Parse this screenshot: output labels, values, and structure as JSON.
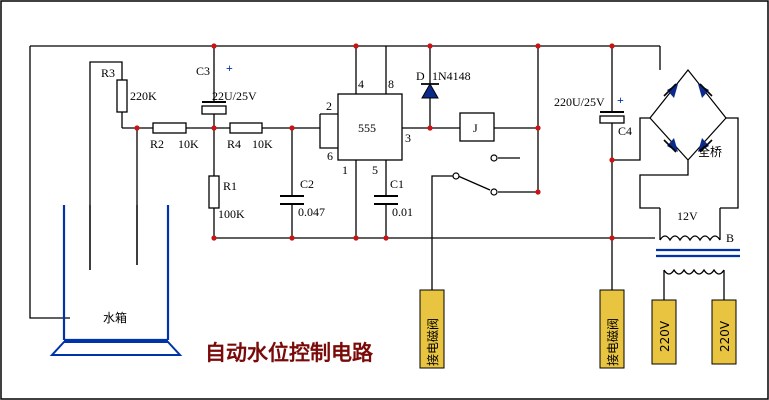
{
  "title": "自动水位控制电路",
  "tank_label": "水箱",
  "ic": {
    "name": "555",
    "pins": [
      "2",
      "4",
      "8",
      "6",
      "3",
      "1",
      "5"
    ]
  },
  "components": {
    "R3": {
      "ref": "R3",
      "value": "220K"
    },
    "R2": {
      "ref": "R2",
      "value": "10K"
    },
    "R4": {
      "ref": "R4",
      "value": "10K"
    },
    "R1": {
      "ref": "R1",
      "value": "100K"
    },
    "C3": {
      "ref": "C3",
      "value": "22U/25V"
    },
    "C2": {
      "ref": "C2",
      "value": "0.047"
    },
    "C1": {
      "ref": "C1",
      "value": "0.01"
    },
    "C4": {
      "ref": "C4",
      "value": "220U/25V"
    },
    "D": {
      "ref": "D",
      "value": "1N4148"
    },
    "relay": {
      "ref": "J"
    },
    "bridge": {
      "label": "全桥"
    },
    "transformer": {
      "ref": "B",
      "secondary": "12V"
    }
  },
  "tags": {
    "valve_left": "接电磁阀",
    "valve_right": "接电磁阀",
    "mains_a": "220V",
    "mains_b": "220V"
  },
  "plus_sign": "+"
}
